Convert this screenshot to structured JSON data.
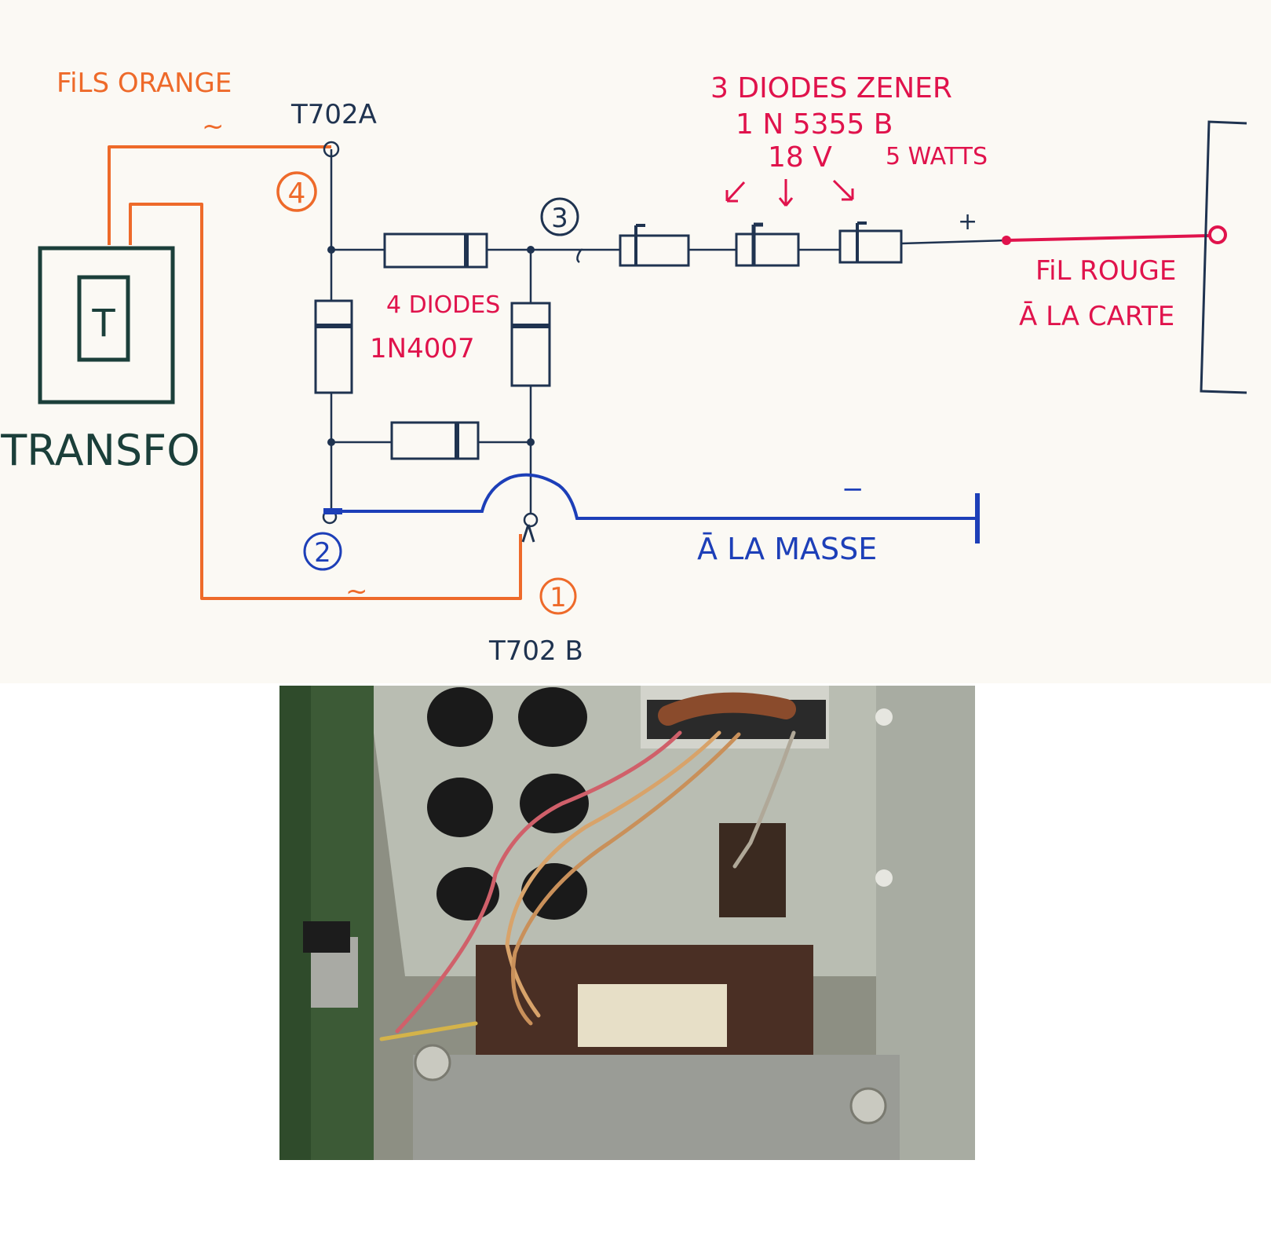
{
  "labels": {
    "fils_orange": "FiLS ORANGE",
    "tilde_top": "~",
    "tilde_bottom": "~",
    "t702a": "T702A",
    "t702b": "T702 B",
    "node1": "1",
    "node2": "2",
    "node3": "3",
    "node4": "4",
    "transfo_symbol": "T",
    "transfo": "TRANSFO",
    "diodes_title": "4 DIODES",
    "diodes_ref": "1N4007",
    "zener_line1": "3 DIODES  ZENER",
    "zener_line2": "1 N 5355 B",
    "zener_line3_v": "18 V",
    "zener_line3_w": "5 WATTS",
    "plus": "+",
    "minus": "−",
    "fil_rouge_1": "FiL ROUGE",
    "fil_rouge_2": "Ā LA CARTE",
    "masse": "Ā LA MASSE"
  },
  "colors": {
    "paper": "#fbf9f4",
    "ink": "#1f3350",
    "orange": "#ee6a2a",
    "red": "#e0134c",
    "blue": "#1d3fb8",
    "transfo": "#1b3f3a"
  }
}
